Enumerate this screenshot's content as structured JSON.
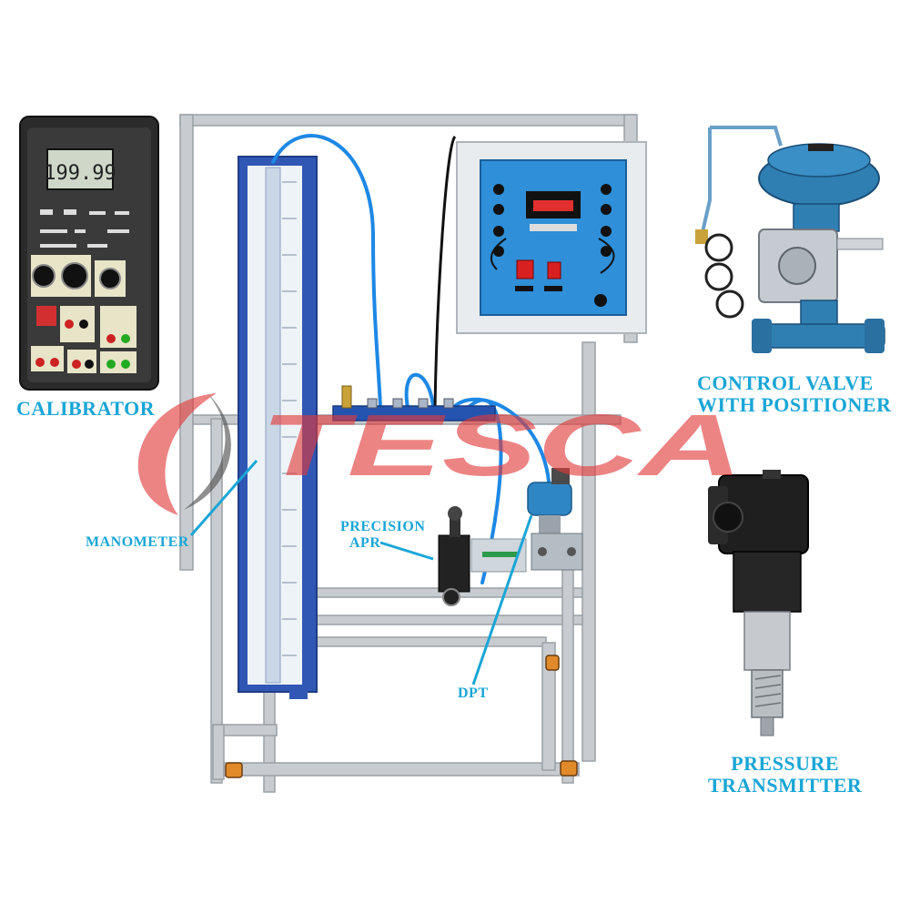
{
  "labels": {
    "calibrator": "CALIBRATOR",
    "control_valve_line1": "CONTROL VALVE",
    "control_valve_line2": "WITH POSITIONER",
    "manometer": "MANOMETER",
    "precision_line1": "PRECISION",
    "precision_line2": "APR",
    "dpt": "DPT",
    "pressure_line1": "PRESSURE",
    "pressure_line2": "TRANSMITTER"
  },
  "calibrator_display": "199.99",
  "watermark": "TESCA",
  "colors": {
    "label": "#1aa6d6",
    "watermark": "#e23a3a",
    "frame": "#c8ccd0",
    "panel": "#2f8fd8",
    "tube": "#1e88e5",
    "valve": "#2f7fb3"
  }
}
